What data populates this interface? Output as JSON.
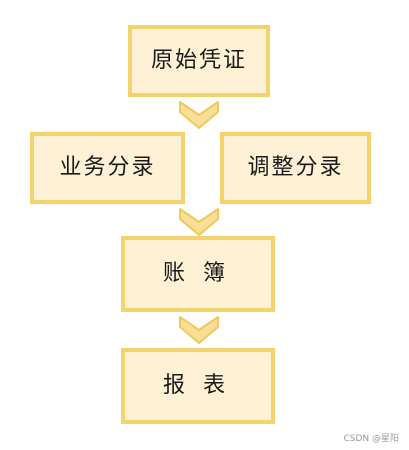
{
  "nodes": {
    "source_voucher": "原始凭证",
    "business_entry": "业务分录",
    "adjusting_entry": "调整分录",
    "ledger_char1": "账",
    "ledger_char2": "簿",
    "report_char1": "报",
    "report_char2": "表"
  },
  "watermark": "CSDN @星阳",
  "colors": {
    "box_fill": "#fef1d5",
    "box_border": "#f4d36e",
    "arrow_fill": "#f7df97",
    "arrow_stroke": "#f0c95c"
  },
  "icons": [
    "chevron-down-icon"
  ]
}
